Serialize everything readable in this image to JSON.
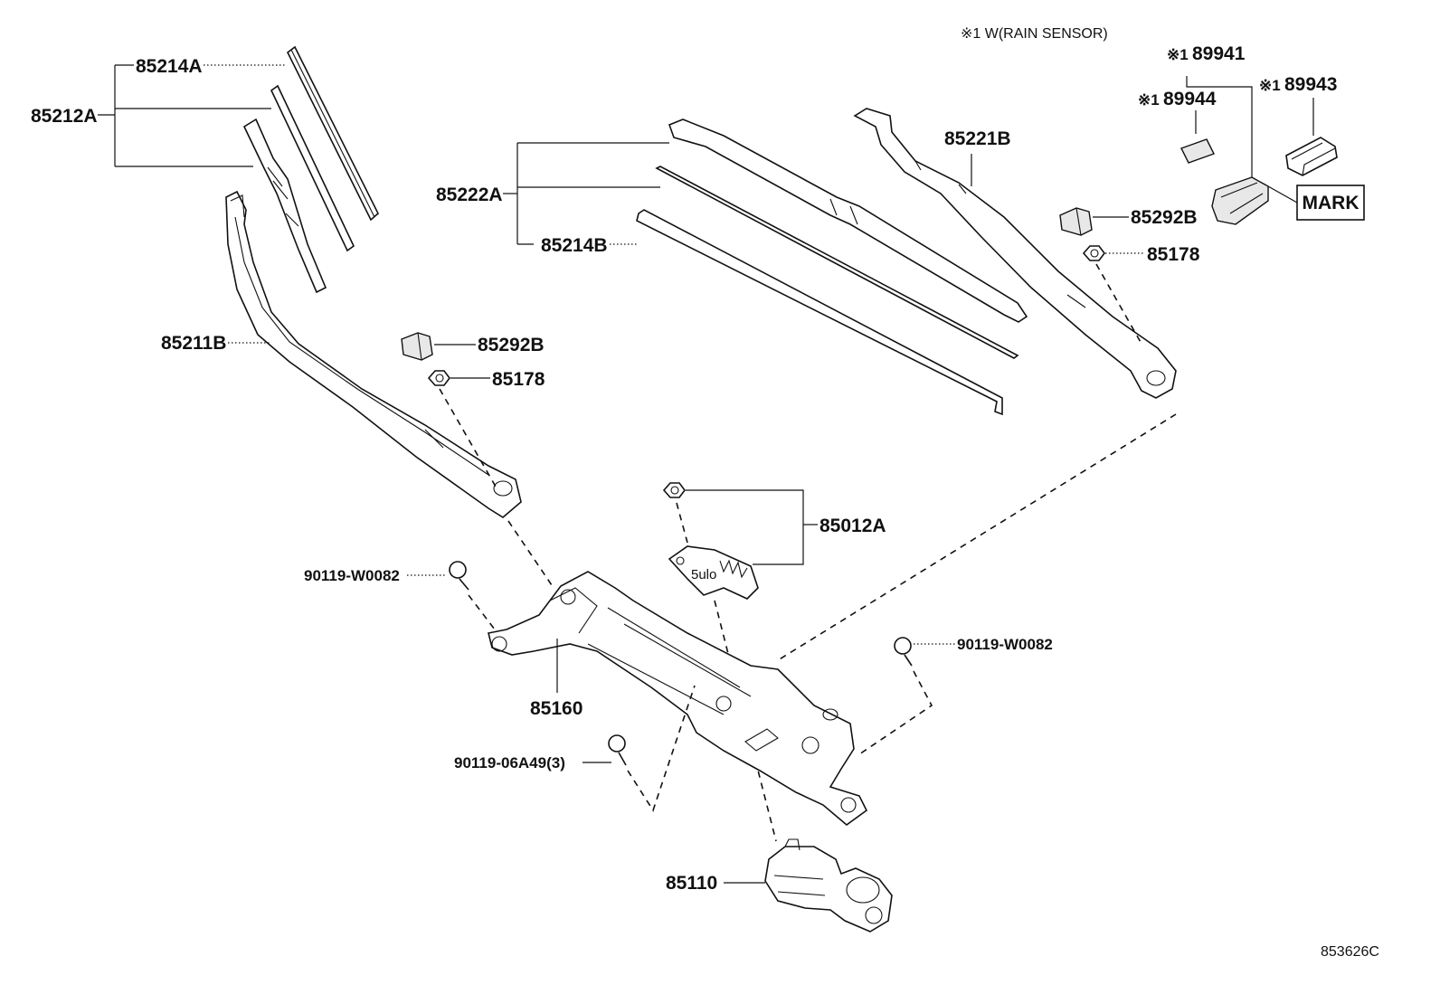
{
  "note_rain_sensor": "※1 W(RAIN SENSOR)",
  "diagram_id": "853626C",
  "mark_label": "MARK",
  "ref_mark": "※1",
  "labels": {
    "p85214A": "85214A",
    "p85212A": "85212A",
    "p85211B": "85211B",
    "p85292B_left": "85292B",
    "p85178_left": "85178",
    "p85222A": "85222A",
    "p85214B": "85214B",
    "p85221B": "85221B",
    "p85292B_right": "85292B",
    "p85178_right": "85178",
    "p89941": "89941",
    "p89944": "89944",
    "p89943": "89943",
    "p85012A": "85012A",
    "p90119_W0082_left": "90119-W0082",
    "p90119_W0082_right": "90119-W0082",
    "p85160": "85160",
    "p90119_06A49": "90119-06A49(3)",
    "p85110": "85110"
  }
}
